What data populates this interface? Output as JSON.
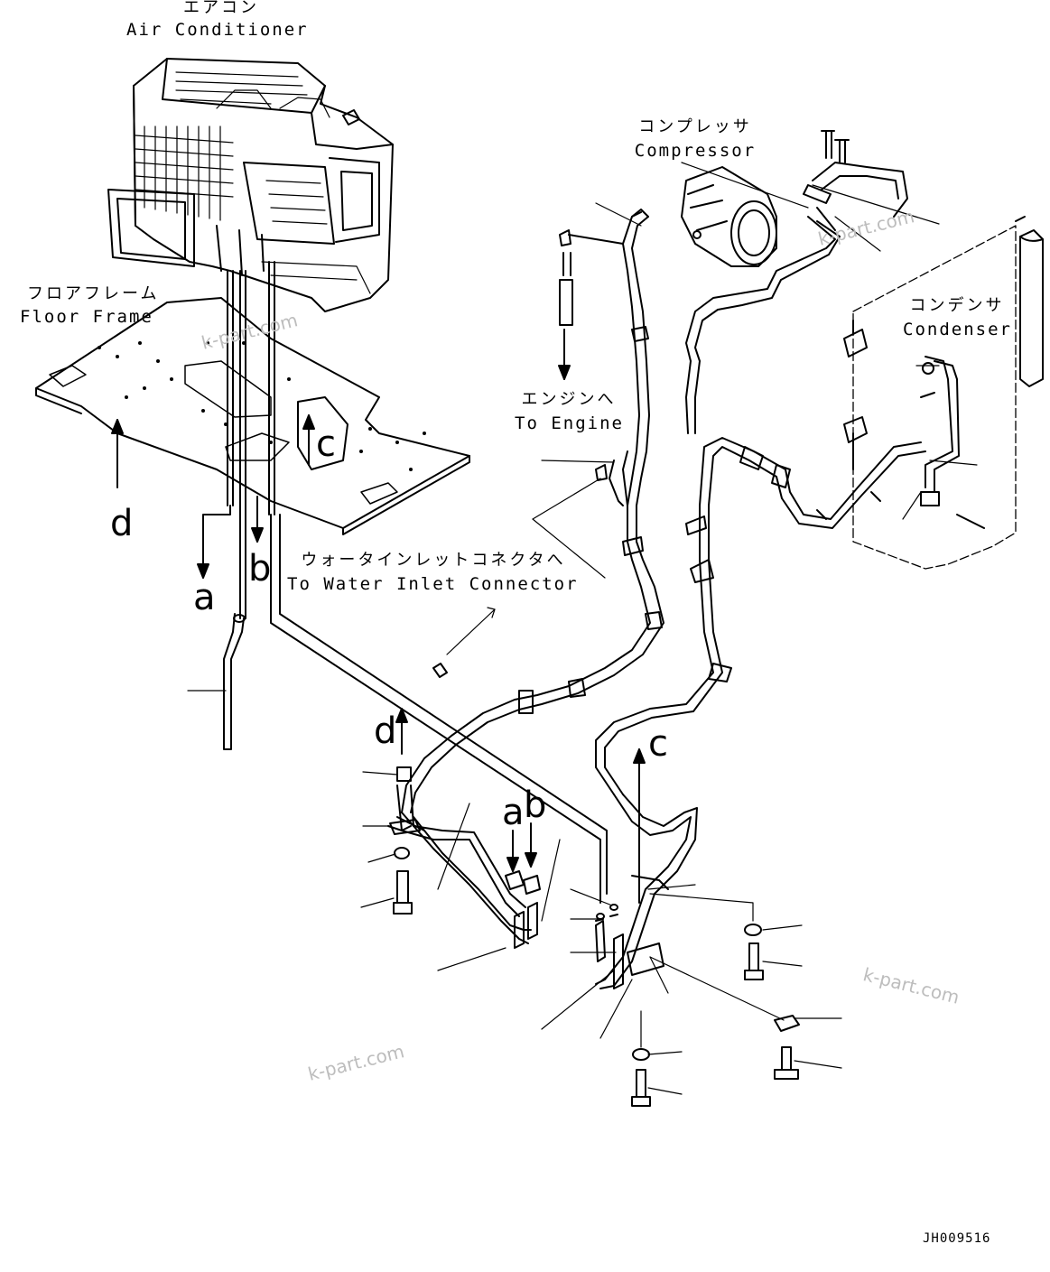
{
  "labels": {
    "air_conditioner_jp": "エアコン",
    "air_conditioner_en": "Air Conditioner",
    "floor_frame_jp": "フロアフレーム",
    "floor_frame_en": "Floor Frame",
    "compressor_jp": "コンプレッサ",
    "compressor_en": "Compressor",
    "condenser_jp": "コンデンサ",
    "condenser_en": "Condenser",
    "to_engine_jp": "エンジンへ",
    "to_engine_en": "To Engine",
    "water_inlet_jp": "ウォータインレットコネクタへ",
    "water_inlet_en": "To Water Inlet Connector"
  },
  "callouts": {
    "a_top": "a",
    "b_top": "b",
    "c_top": "c",
    "d_top": "d",
    "a_bottom": "a",
    "b_bottom": "b",
    "c_bottom": "c",
    "d_bottom": "d"
  },
  "watermark": "k-part.com",
  "drawing_code": "JH009516"
}
